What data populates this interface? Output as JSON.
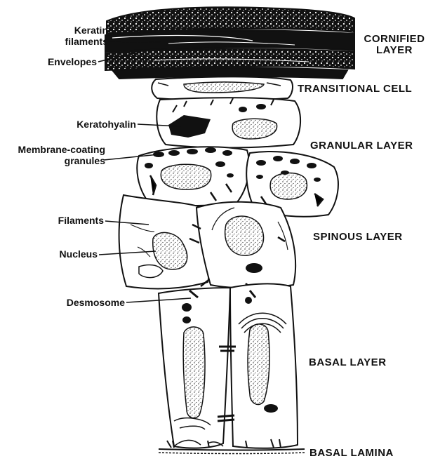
{
  "left_labels": {
    "keratin_filaments_line1": "Keratin",
    "keratin_filaments_line2": "filaments",
    "envelopes": "Envelopes",
    "keratohyalin": "Keratohyalin",
    "membrane_coating_line1": "Membrane-coating",
    "membrane_coating_line2": "granules",
    "filaments": "Filaments",
    "nucleus": "Nucleus",
    "desmosome": "Desmosome"
  },
  "layer_labels": {
    "cornified_line1": "CORNIFIED",
    "cornified_line2": "LAYER",
    "transitional_cell": "TRANSITIONAL CELL",
    "granular_layer": "GRANULAR LAYER",
    "spinous_layer": "SPINOUS LAYER",
    "basal_layer": "BASAL LAYER",
    "basal_lamina": "BASAL LAMINA"
  },
  "colors": {
    "ink": "#111111",
    "background": "#ffffff"
  }
}
